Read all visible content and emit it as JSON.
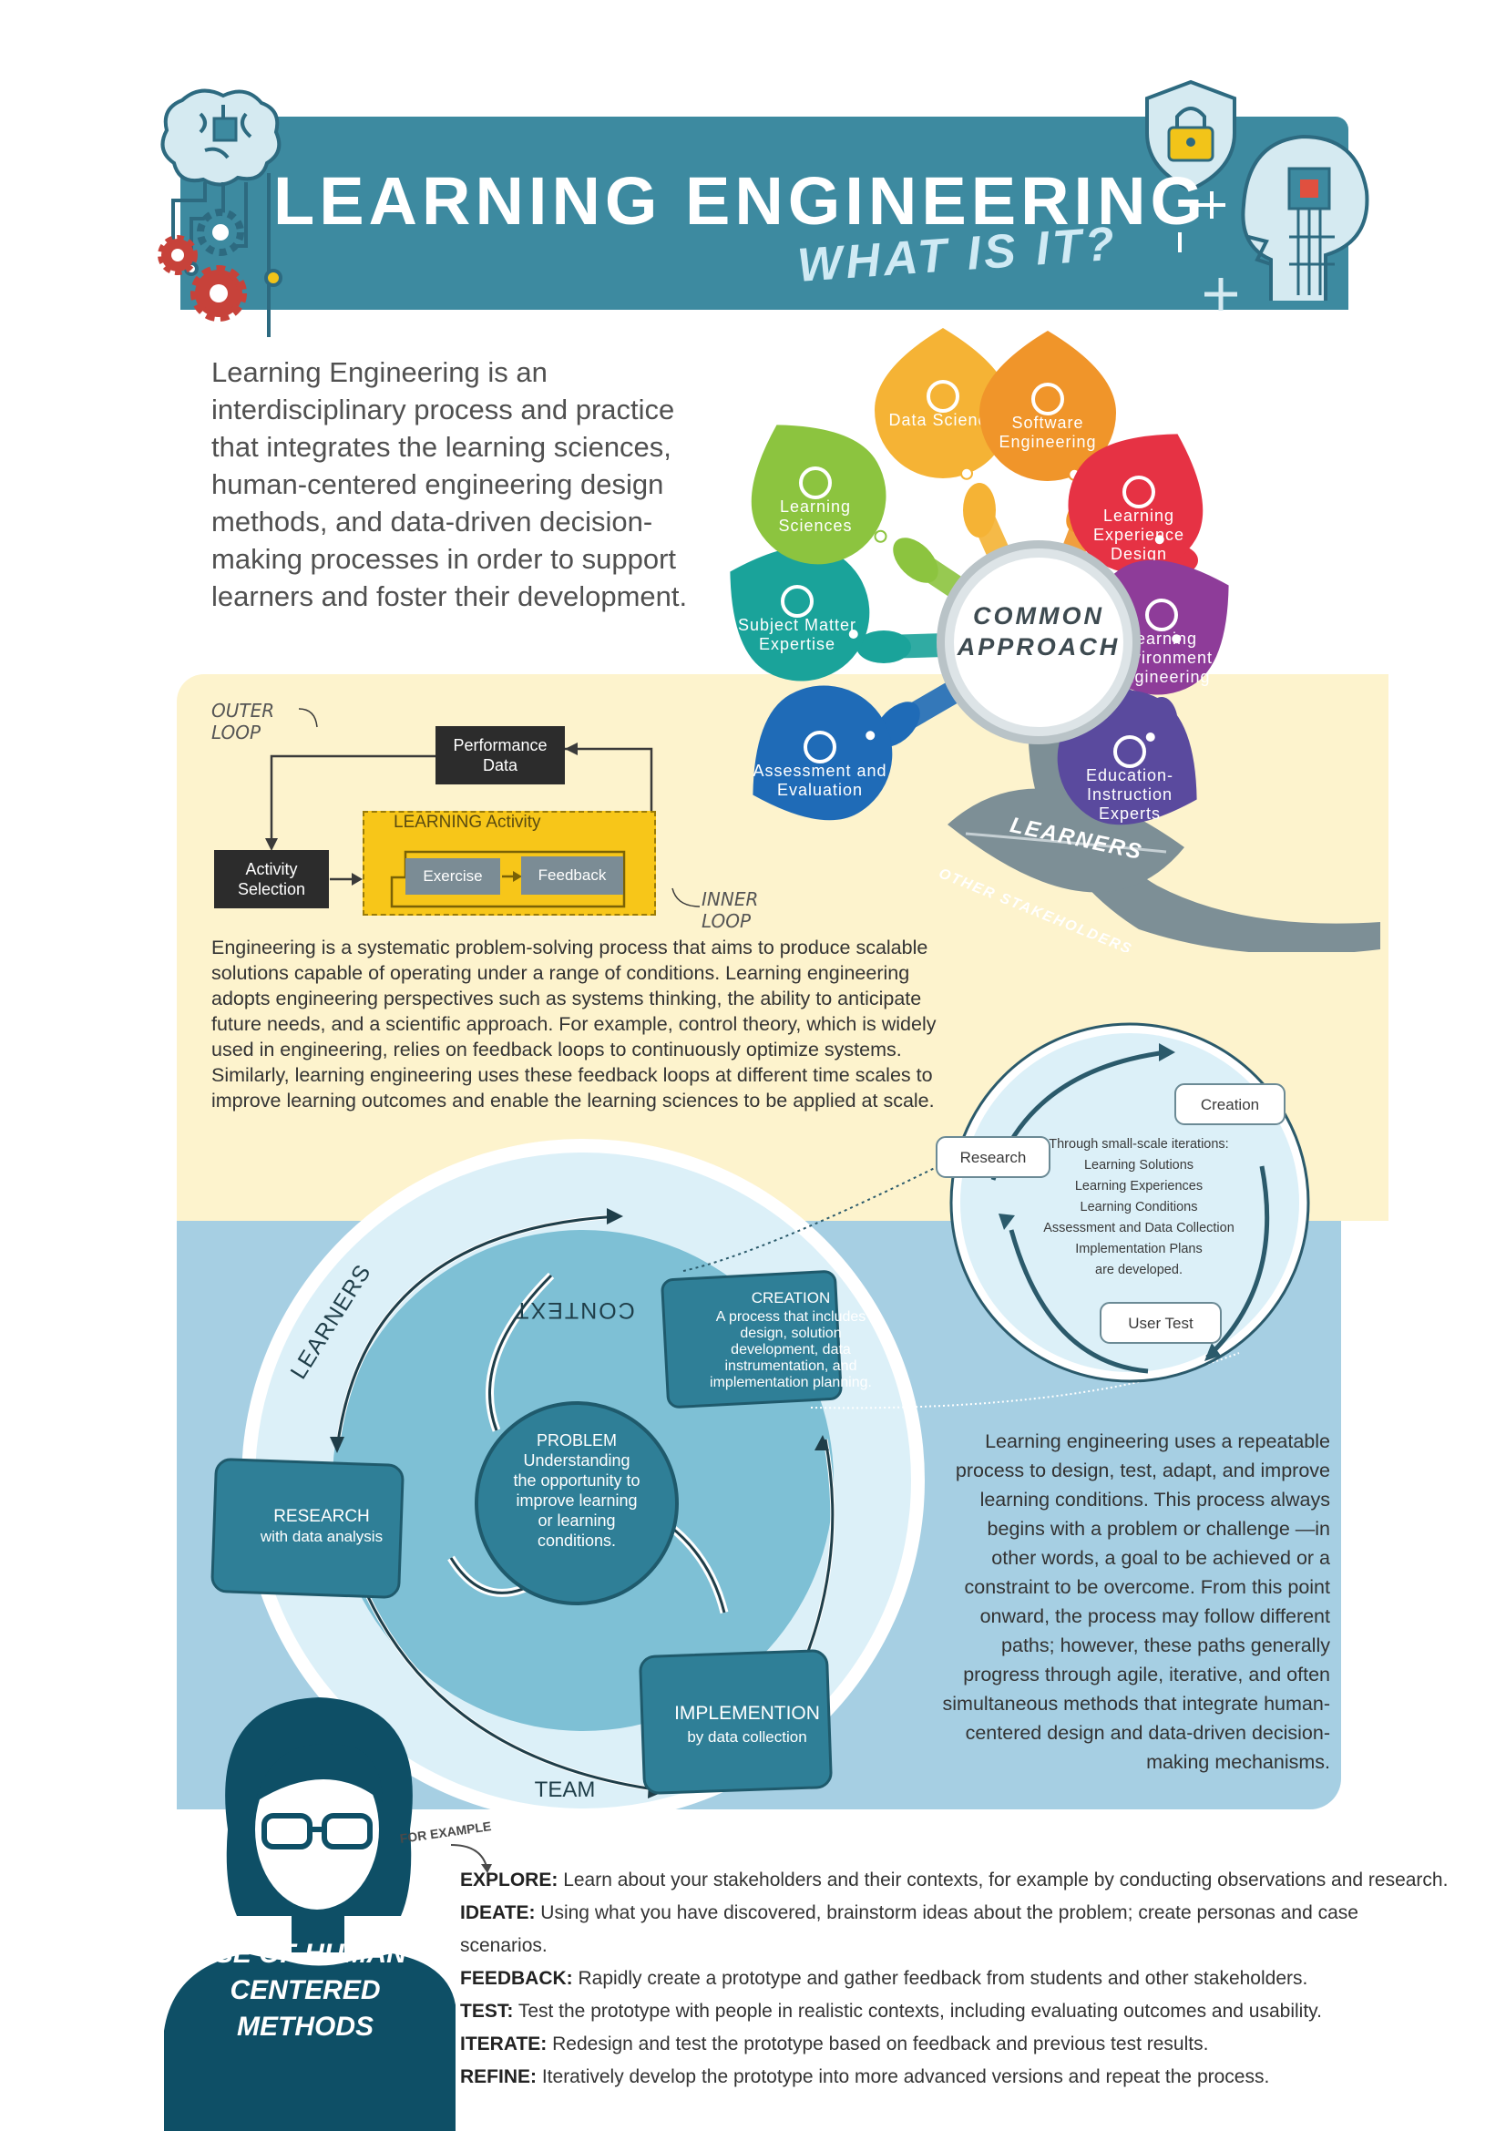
{
  "header": {
    "title": "LEARNING ENGINEERING",
    "subtitle": "WHAT IS IT?"
  },
  "intro": "Learning Engineering is an interdisciplinary process and practice that integrates the learning sciences, human-centered engineering design methods, and data-driven decision-making processes in order to support learners and foster their development.",
  "flower": {
    "center_line1": "COMMON",
    "center_line2": "APPROACH",
    "petals": [
      {
        "label_lines": [
          "Data Science"
        ],
        "color": "#f5b335"
      },
      {
        "label_lines": [
          "Software",
          "Engineering"
        ],
        "color": "#f0952a"
      },
      {
        "label_lines": [
          "Learning",
          "Experience",
          "Design"
        ],
        "color": "#e63244"
      },
      {
        "label_lines": [
          "Learning",
          "Environment",
          "Engineering"
        ],
        "color": "#8e3c99"
      },
      {
        "label_lines": [
          "Education-",
          "Instruction",
          "Experts"
        ],
        "color": "#5a4a9e"
      },
      {
        "label_lines": [
          "Assessment and",
          "Evaluation"
        ],
        "color": "#1f6bb7"
      },
      {
        "label_lines": [
          "Subject Matter",
          "Expertise"
        ],
        "color": "#1aa39a"
      },
      {
        "label_lines": [
          "Learning",
          "Sciences"
        ],
        "color": "#8cc43f"
      }
    ],
    "leaf_top": "LEARNERS",
    "leaf_bottom": "OTHER STAKEHOLDERS"
  },
  "loop_diagram": {
    "outer_loop": "OUTER LOOP",
    "inner_loop": "INNER LOOP",
    "performance_data": "Performance Data",
    "activity_selection": "Activity Selection",
    "learning_activity": "LEARNING Activity",
    "exercise": "Exercise",
    "feedback": "Feedback"
  },
  "engineering_text": "Engineering is a systematic problem-solving process that aims to produce scalable solutions capable of operating under a range of conditions. Learning engineering adopts engineering perspectives such as systems thinking, the ability to anticipate future needs, and a scientific approach. For example, control theory, which is widely used in engineering, relies on feedback loops to continuously optimize systems. Similarly, learning engineering uses these feedback loops at different time scales to improve learning outcomes and enable the learning sciences to be applied at scale.",
  "small_cycle": {
    "creation": "Creation",
    "research": "Research",
    "user_test": "User Test",
    "center_lines": [
      "Through small-scale iterations:",
      "Learning Solutions",
      "Learning Experiences",
      "Learning Conditions",
      "Assessment and Data Collection",
      "Implementation Plans",
      "are developed."
    ]
  },
  "big_cycle": {
    "context": "CONTEXT",
    "learners": "LEARNERS",
    "team": "TEAM",
    "creation_title": "CREATION",
    "creation_lines": [
      "A process that includes",
      "design, solution",
      "development, data",
      "instrumentation, and",
      "implementation planning."
    ],
    "problem_lines": [
      "PROBLEM",
      "Understanding",
      "the opportunity to",
      "improve learning",
      "or learning",
      "conditions."
    ],
    "research_title": "RESEARCH",
    "research_sub": "with data analysis",
    "impl_title": "IMPLEMENTION",
    "impl_sub": "by data collection"
  },
  "repeat_text": "Learning engineering uses a repeatable process to design, test, adapt, and improve learning conditions. This process always begins with a problem or challenge —in other words, a goal to be achieved or a constraint to be overcome. From this point onward, the process may follow different paths; however, these paths generally progress through agile, iterative, and often simultaneous methods that integrate human-centered design and data-driven decision-making mechanisms.",
  "hcd": {
    "for_example": "FOR EXAMPLE",
    "title": "USE OF HUMAN-CENTERED METHODS",
    "methods": [
      {
        "term": "EXPLORE:",
        "text": "Learn about your stakeholders and their contexts, for example by conducting observations and research."
      },
      {
        "term": "IDEATE:",
        "text": "Using what you have discovered, brainstorm ideas about the problem; create personas and case scenarios."
      },
      {
        "term": "FEEDBACK:",
        "text": "Rapidly create a prototype and gather feedback from students and other stakeholders."
      },
      {
        "term": "TEST:",
        "text": "Test the prototype with people in realistic contexts, including evaluating outcomes and usability."
      },
      {
        "term": "ITERATE:",
        "text": "Redesign and test the prototype based on feedback and previous test results."
      },
      {
        "term": "REFINE:",
        "text": "Iteratively develop the prototype into more advanced versions and repeat the process."
      }
    ]
  },
  "colors": {
    "header": "#3d8aa0",
    "yellow": "#fdf3cd",
    "blue_band": "#a6cfe3",
    "box_teal": "#2f7f97",
    "dark_navy": "#0e4f66"
  }
}
